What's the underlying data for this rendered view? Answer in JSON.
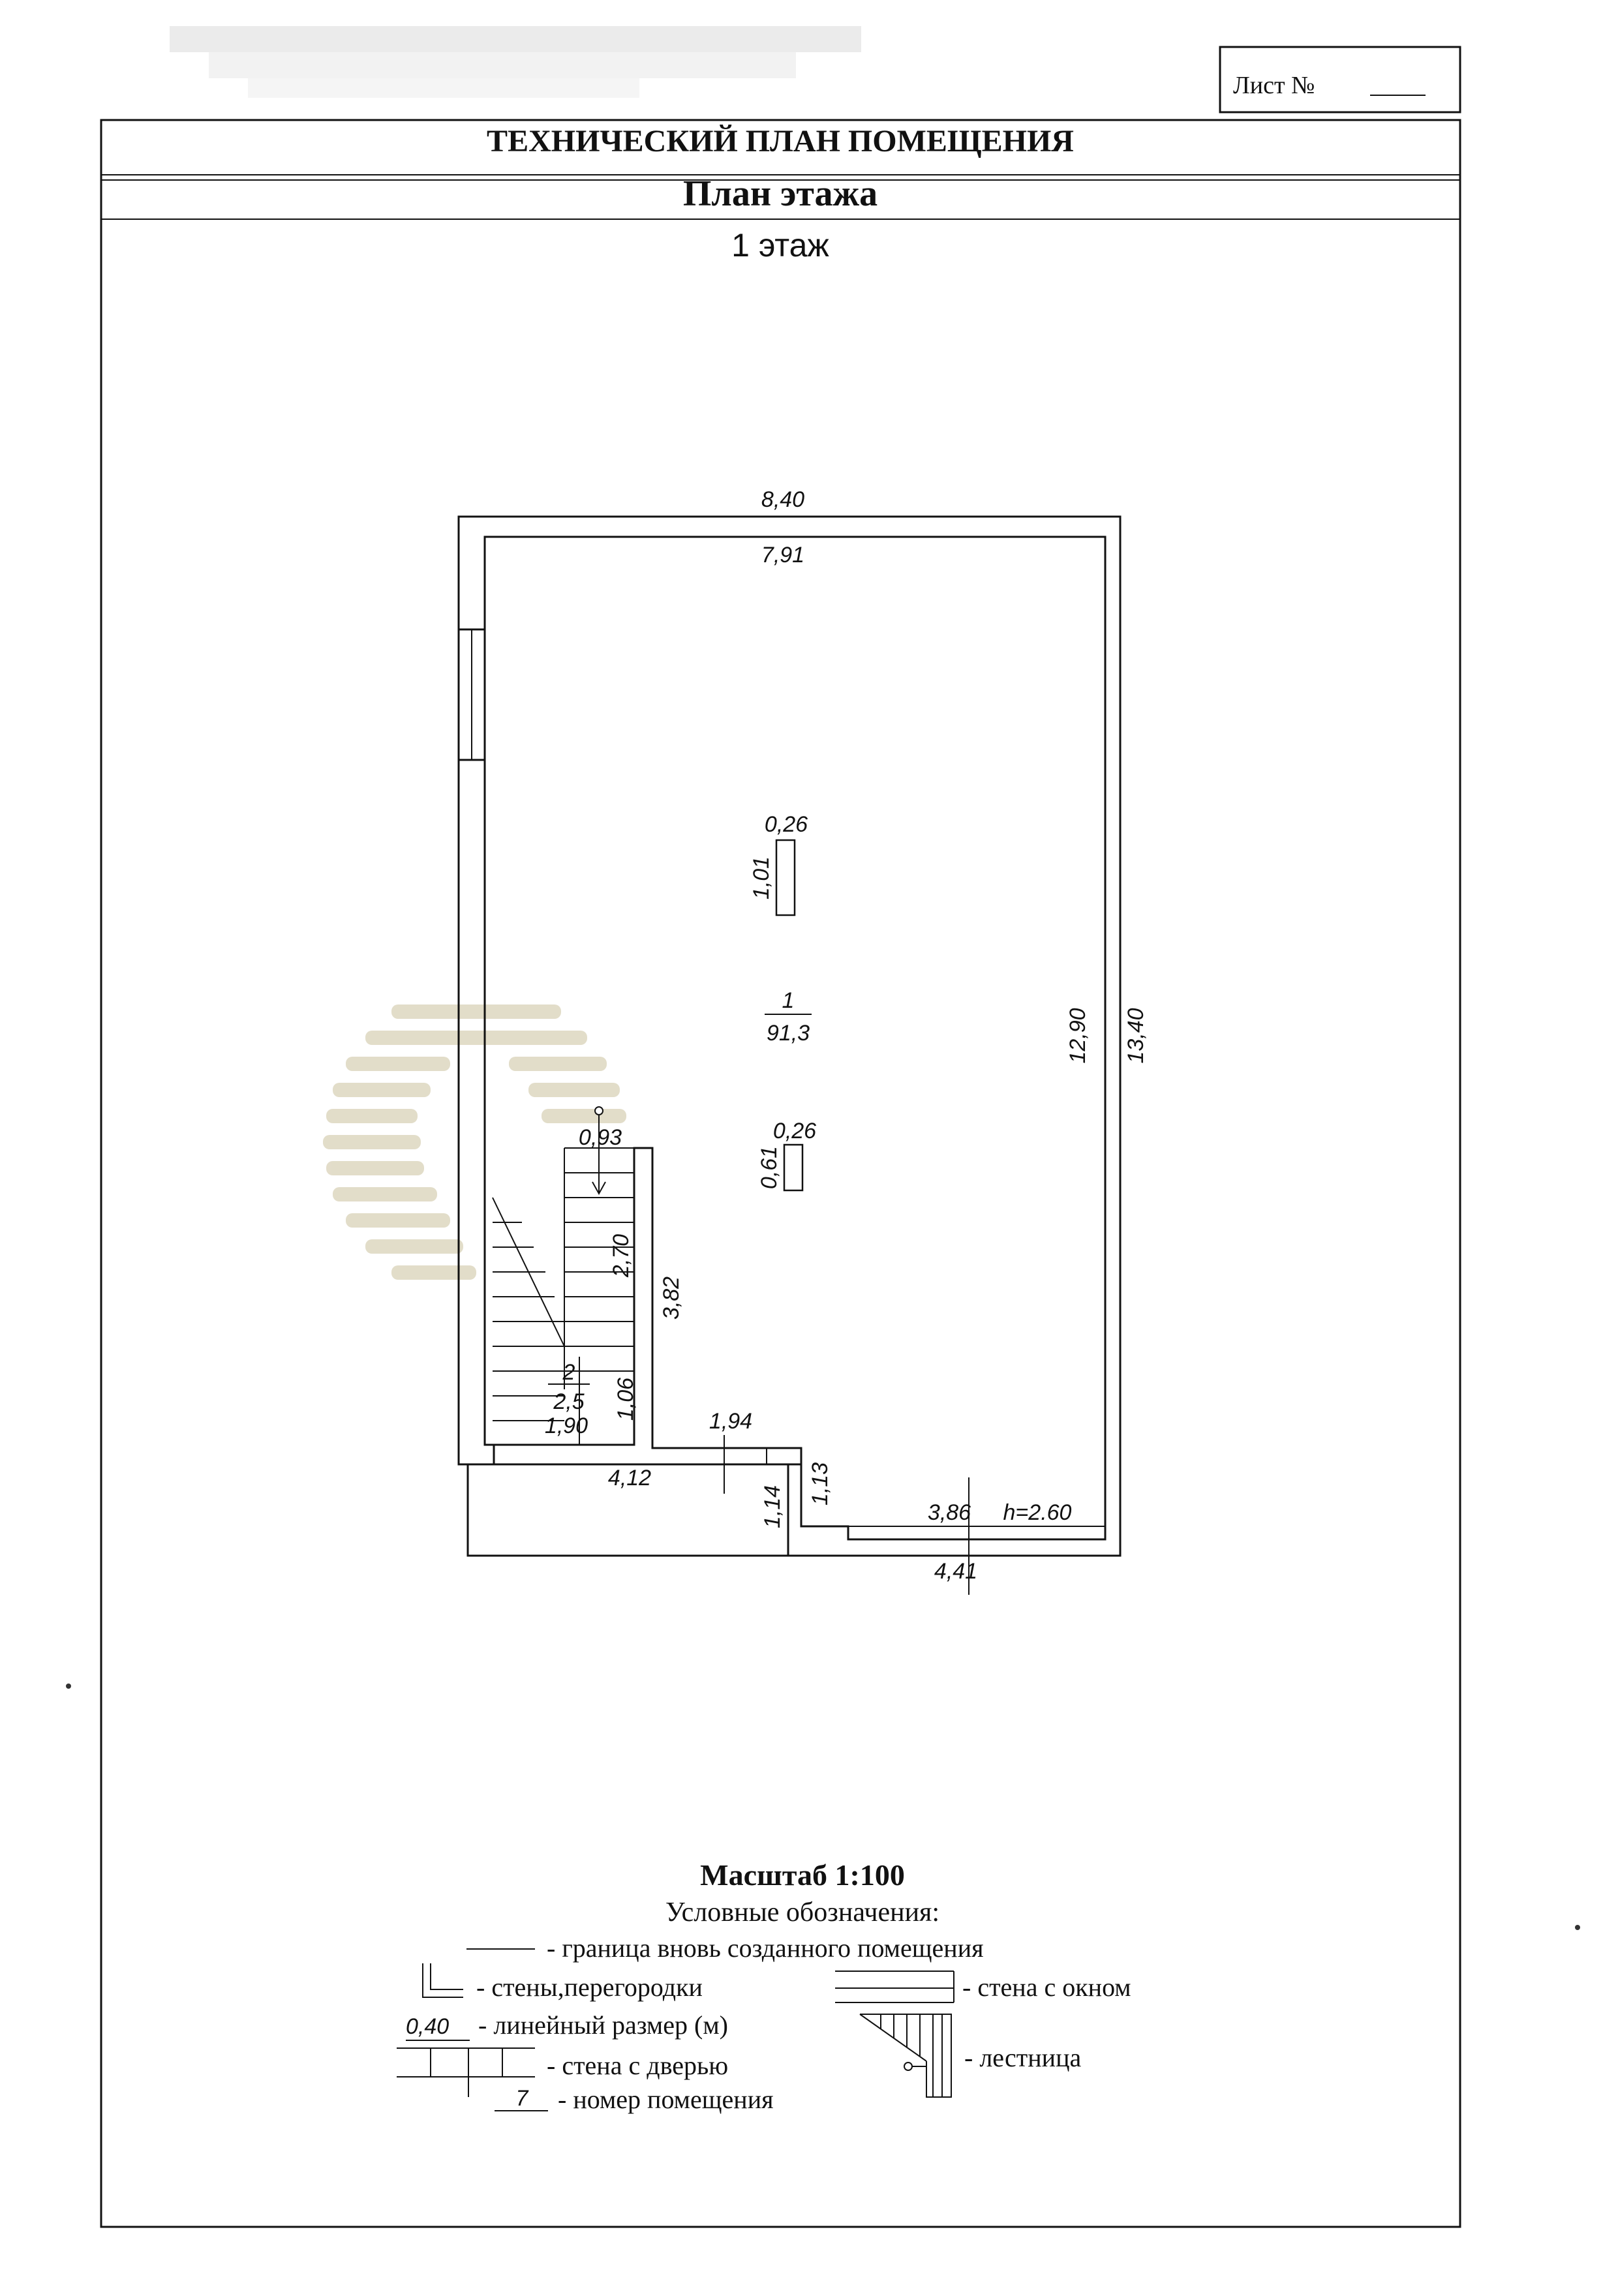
{
  "sheet": {
    "label": "Лист №"
  },
  "header": {
    "title": "ТЕХНИЧЕСКИЙ ПЛАН ПОМЕЩЕНИЯ",
    "subtitle": "План этажа",
    "floor": "1 этаж"
  },
  "plan": {
    "dims": {
      "outer_top": "8,40",
      "inner_top": "7,91",
      "right_inner": "12,90",
      "right_outer": "13,40",
      "column1_w": "0,26",
      "column1_h": "1,01",
      "column2_w": "0,26",
      "column2_h": "0,61",
      "stair_w": "0,93",
      "stair_len": "2,70",
      "partition_h": "3,82",
      "storage_h": "1,06",
      "storage_w": "1,90",
      "notch_w": "1,94",
      "left_bottom": "4,12",
      "notch_h1": "1,14",
      "notch_h2": "1,13",
      "bottom_inner": "3,86",
      "height": "h=2.60",
      "bottom_outer": "4,41"
    },
    "rooms": [
      {
        "number": "1",
        "area": "91,3"
      },
      {
        "number": "2",
        "area": "2,5"
      }
    ]
  },
  "legend": {
    "scale": "Масштаб 1:100",
    "heading": "Условные обозначения:",
    "items": {
      "boundary": "- граница вновь созданного помещения",
      "walls": "- стены,перегородки",
      "window": "- стена с окном",
      "dim_sample": "0,40",
      "dimension": "- линейный размер (м)",
      "stairs": "- лестница",
      "door": "- стена с дверью",
      "room_sample": "7",
      "room_number": "- номер помещения"
    }
  },
  "colors": {
    "ink": "#111111",
    "watermark": "#d9d2b8"
  }
}
